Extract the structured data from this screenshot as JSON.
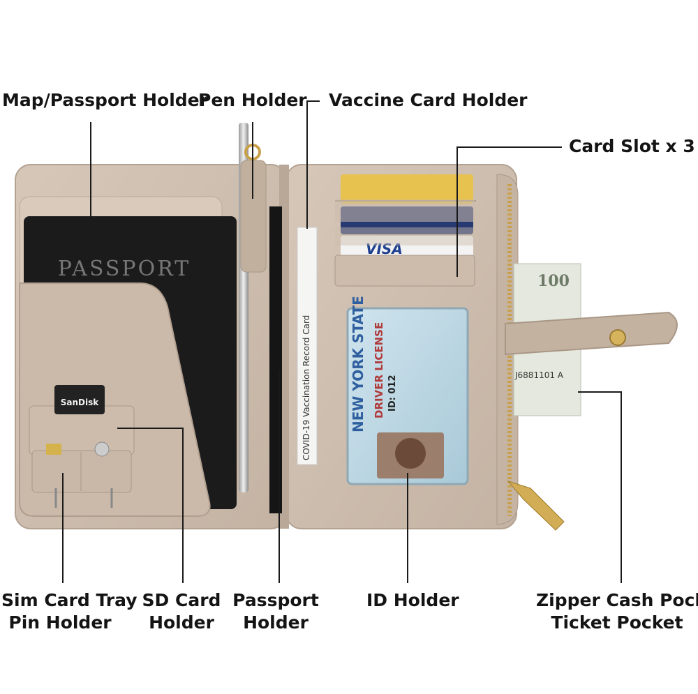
{
  "labels": {
    "map_passport_holder": "Map/Passport Holder",
    "pen_holder": "Pen Holder",
    "vaccine_card_holder": "Vaccine Card Holder",
    "card_slot": "Card Slot x 3",
    "sim_card_tray": [
      "Sim Card Tray",
      "Pin Holder"
    ],
    "sd_card_holder": [
      "SD Card",
      "Holder"
    ],
    "passport_holder": [
      "Passport",
      "Holder"
    ],
    "id_holder": "ID Holder",
    "zipper_cash_pocket": [
      "Zipper Cash Pocket",
      "Ticket Pocket"
    ]
  },
  "product_print": {
    "passport_cover": "PASSPORT",
    "sd_brand": "SanDisk",
    "vaccination_card": "COVID-19 Vaccination Record Card",
    "id_state": "NEW YORK STATE",
    "id_type": "DRIVER LICENSE",
    "id_number": "ID: 012",
    "card_brand": "VISA",
    "bill_value": "100",
    "bill_serial": "J6881101 A"
  },
  "colors": {
    "wallet_beige": "#cdbdae",
    "wallet_shadow": "#b3a292",
    "passport_black": "#1b1b1c",
    "line": "#1a1a1a"
  }
}
